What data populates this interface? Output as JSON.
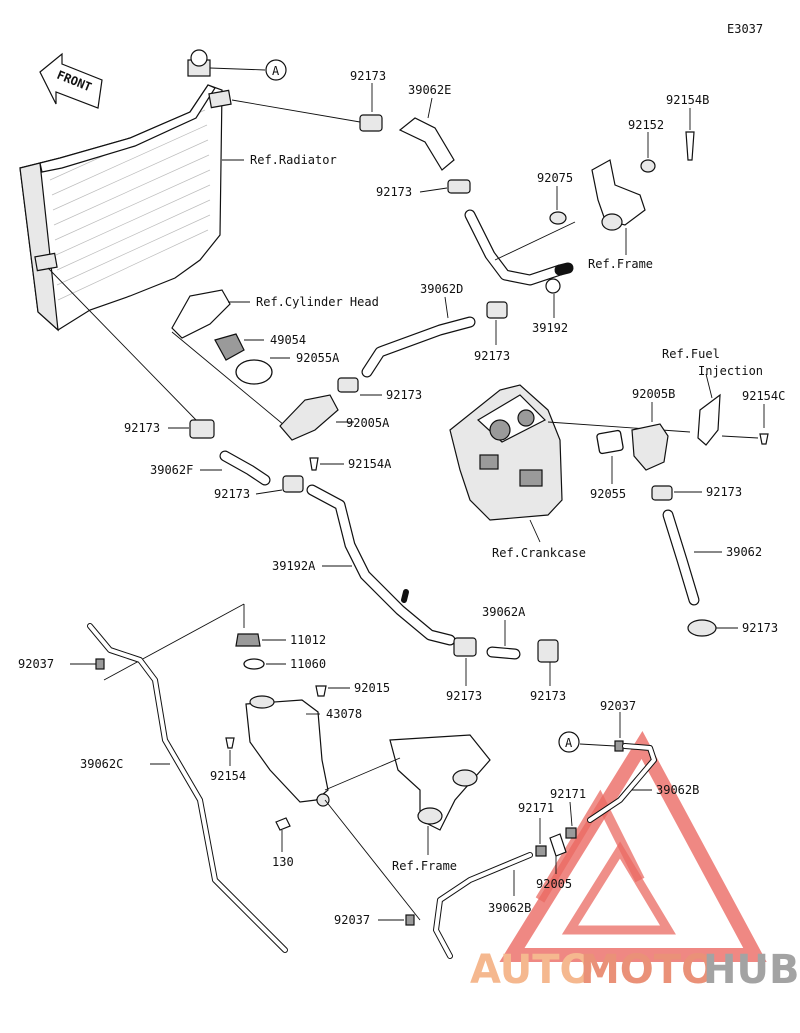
{
  "diagram_code": "E3037",
  "front_label": "FRONT",
  "connector_a": "A",
  "watermark": {
    "auto": "AUTO",
    "moto": "MOTO",
    "hub": "HUB",
    "color_auto": "#f4b183",
    "color_moto": "#e8866a",
    "color_hub": "#9a9a9a",
    "color_triangle": "#e85a52"
  },
  "labels": {
    "p92173_a": "92173",
    "p39062e": "39062E",
    "p92154b": "92154B",
    "p92152": "92152",
    "p92075": "92075",
    "p92173_b": "92173",
    "ref_radiator": "Ref.Radiator",
    "ref_frame_a": "Ref.Frame",
    "ref_cyl_head": "Ref.Cylinder Head",
    "p39062d": "39062D",
    "p49054": "49054",
    "p92055a": "92055A",
    "p92173_c": "92173",
    "p39192": "39192",
    "p92173_d": "92173",
    "ref_fuel_1": "Ref.Fuel",
    "ref_fuel_2": "Injection",
    "p92005b": "92005B",
    "p92154c": "92154C",
    "p92005a": "92005A",
    "p92173_e": "92173",
    "p39062f": "39062F",
    "p92154a": "92154A",
    "p92173_f": "92173",
    "p92055": "92055",
    "p92173_g": "92173",
    "ref_crankcase": "Ref.Crankcase",
    "p39192a": "39192A",
    "p39062": "39062",
    "p39062a": "39062A",
    "p92173_h": "92173",
    "p11012": "11012",
    "p11060": "11060",
    "p92037_a": "92037",
    "p92173_i": "92173",
    "p92173_j": "92173",
    "p92015": "92015",
    "p43078": "43078",
    "p92037_b": "92037",
    "p39062c": "39062C",
    "p92154": "92154",
    "p92171_a": "92171",
    "p39062b_a": "39062B",
    "p92171_b": "92171",
    "p130": "130",
    "ref_frame_b": "Ref.Frame",
    "p92005": "92005",
    "p39062b_b": "39062B",
    "p92037_c": "92037"
  }
}
